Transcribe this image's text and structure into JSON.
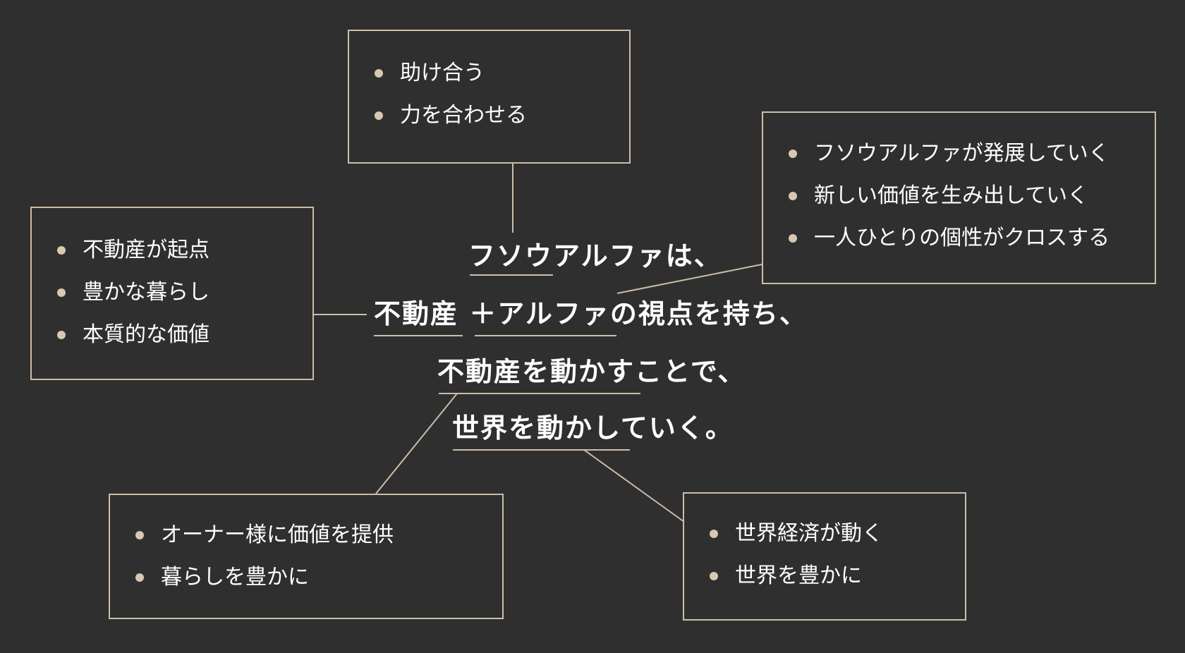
{
  "boxes": {
    "top": [
      "助け合う",
      "力を合わせる"
    ],
    "left": [
      "不動産が起点",
      "豊かな暮らし",
      "本質的な価値"
    ],
    "right": [
      "フソウアルファが発展していく",
      "新しい価値を生み出していく",
      "一人ひとりの個性がクロスする"
    ],
    "bottom_left": [
      "オーナー様に価値を提供",
      "暮らしを豊かに"
    ],
    "bottom_right": [
      "世界経済が動く",
      "世界を豊かに"
    ]
  },
  "message": {
    "line1": "フソウアルファは、",
    "line2": "不動産 ＋アルファの視点を持ち、",
    "line3": "不動産を動かすことで、",
    "line4": "世界を動かしていく。"
  },
  "colors": {
    "background": "#2f2f2f",
    "accent": "#cdbda8",
    "text": "#ffffff"
  }
}
